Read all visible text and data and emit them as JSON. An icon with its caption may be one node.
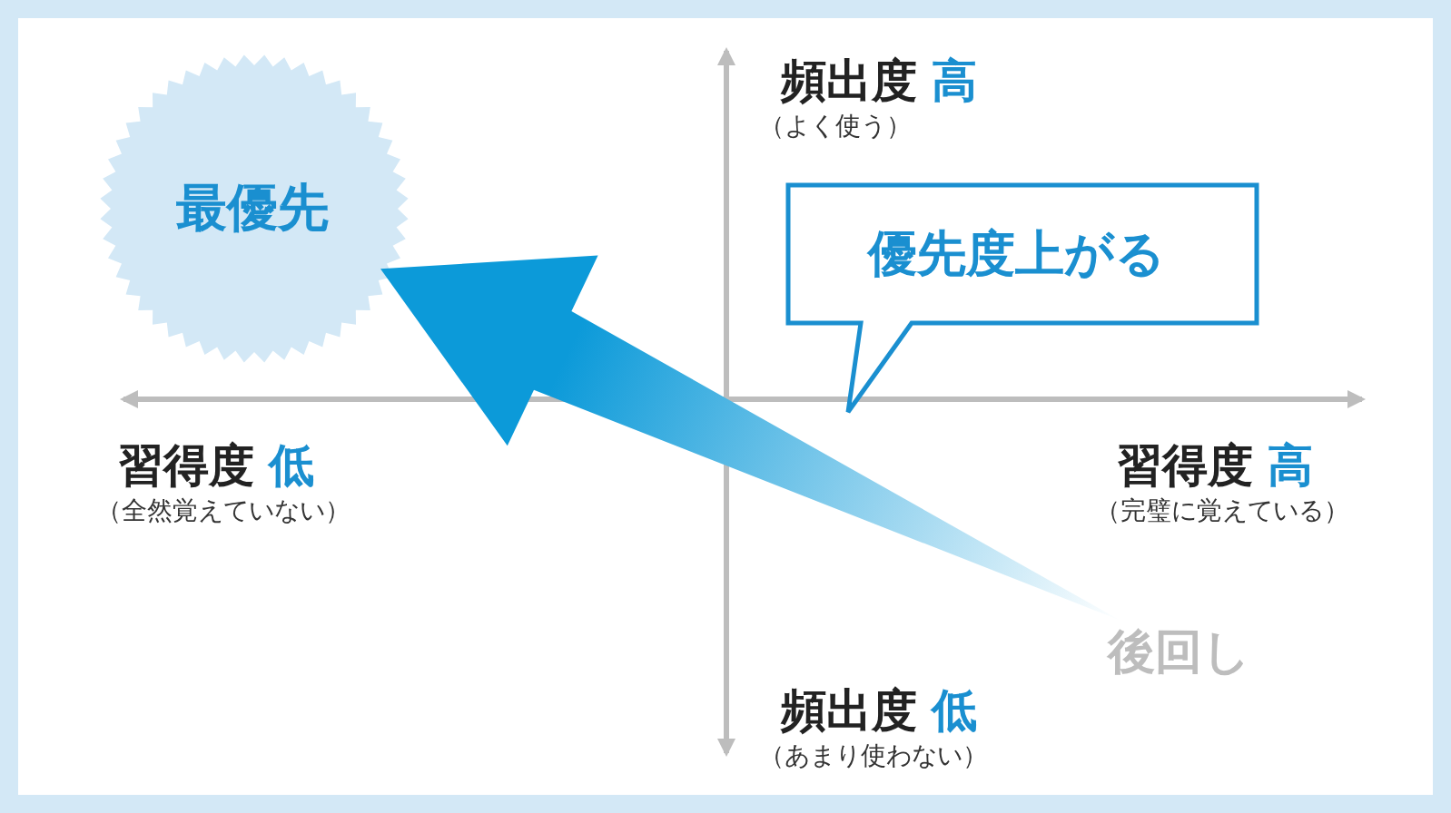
{
  "diagram": {
    "nodes": [
      {
        "text": [
          "最優先"
        ]
      },
      {
        "text": [
          "後回し"
        ]
      },
      {
        "text": [
          "優先度上がる"
        ]
      }
    ],
    "edges": [
      {
        "from": 1,
        "to": 0,
        "arrow": "to",
        "style": "thick"
      }
    ],
    "labels": [
      "頻出度",
      "高",
      "（よく使う）",
      "習得度",
      "低",
      "（全然覚えていない）",
      "習得度",
      "高",
      "（完璧に覚えている）",
      "頻出度",
      "低",
      "（あまり使わない）"
    ]
  }
}
